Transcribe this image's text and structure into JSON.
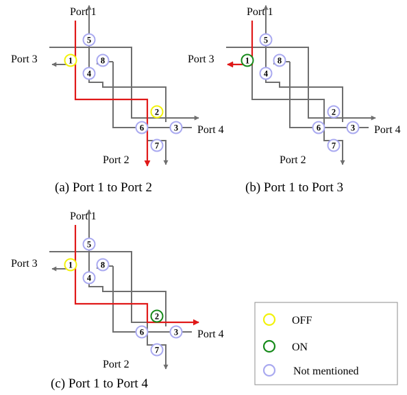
{
  "panels": [
    {
      "id": "a",
      "caption": "(a)  Port 1 to Port 2",
      "labels": {
        "port1": "Port 1",
        "port2": "Port 2",
        "port3": "Port 3",
        "port4": "Port 4"
      },
      "switches": [
        {
          "n": "5",
          "state": "not-mentioned"
        },
        {
          "n": "1",
          "state": "off"
        },
        {
          "n": "8",
          "state": "not-mentioned"
        },
        {
          "n": "4",
          "state": "not-mentioned"
        },
        {
          "n": "2",
          "state": "off"
        },
        {
          "n": "6",
          "state": "not-mentioned"
        },
        {
          "n": "3",
          "state": "not-mentioned"
        },
        {
          "n": "7",
          "state": "not-mentioned"
        }
      ],
      "path": "port1-to-port2"
    },
    {
      "id": "b",
      "caption": "(b)  Port 1 to Port 3",
      "labels": {
        "port1": "Port 1",
        "port2": "Port 2",
        "port3": "Port 3",
        "port4": "Port 4"
      },
      "switches": [
        {
          "n": "5",
          "state": "not-mentioned"
        },
        {
          "n": "1",
          "state": "on"
        },
        {
          "n": "8",
          "state": "not-mentioned"
        },
        {
          "n": "4",
          "state": "not-mentioned"
        },
        {
          "n": "2",
          "state": "not-mentioned"
        },
        {
          "n": "6",
          "state": "not-mentioned"
        },
        {
          "n": "3",
          "state": "not-mentioned"
        },
        {
          "n": "7",
          "state": "not-mentioned"
        }
      ],
      "path": "port1-to-port3"
    },
    {
      "id": "c",
      "caption": "(c)  Port 1 to Port 4",
      "labels": {
        "port1": "Port 1",
        "port2": "Port 2",
        "port3": "Port 3",
        "port4": "Port 4"
      },
      "switches": [
        {
          "n": "5",
          "state": "not-mentioned"
        },
        {
          "n": "1",
          "state": "off"
        },
        {
          "n": "8",
          "state": "not-mentioned"
        },
        {
          "n": "4",
          "state": "not-mentioned"
        },
        {
          "n": "2",
          "state": "on"
        },
        {
          "n": "6",
          "state": "not-mentioned"
        },
        {
          "n": "3",
          "state": "not-mentioned"
        },
        {
          "n": "7",
          "state": "not-mentioned"
        }
      ],
      "path": "port1-to-port4"
    }
  ],
  "legend": {
    "items": [
      {
        "state": "off",
        "label": "OFF"
      },
      {
        "state": "on",
        "label": "ON"
      },
      {
        "state": "not-mentioned",
        "label": "Not mentioned"
      }
    ]
  },
  "colors": {
    "waveguide": "#6e6e6e",
    "path": "#e01818",
    "off": "#f2f20a",
    "on": "#168a1a",
    "not-mentioned": "#a9a9f0"
  }
}
